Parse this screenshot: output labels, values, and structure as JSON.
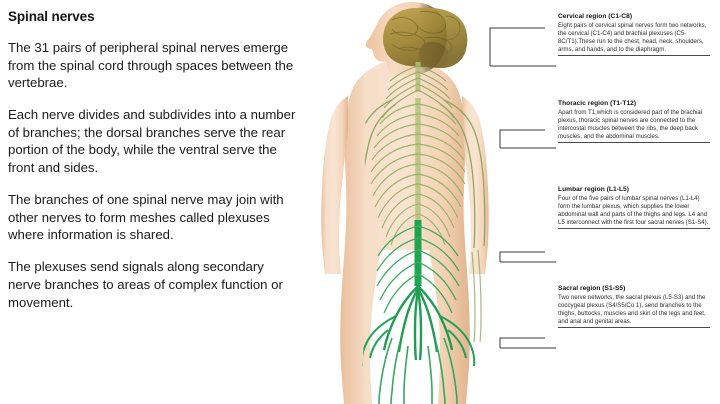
{
  "article": {
    "title": "Spinal nerves",
    "paragraphs": [
      "The 31 pairs of peripheral spinal nerves emerge from the spinal cord through spaces between the vertebrae.",
      "Each nerve divides and subdivides into a number of branches; the dorsal branches serve the rear portion of the body, while the ventral serve the front and sides.",
      "The branches of one spinal nerve may join with other nerves to form meshes called plexuses where information is shared.",
      "The plexuses send signals along secondary nerve branches to areas of complex function or movement."
    ]
  },
  "figure": {
    "name": "posterior-view-human-nervous-system",
    "parts": [
      "brain",
      "brainstem",
      "spinal-cord",
      "cauda-equina",
      "cervical-nerves",
      "thoracic-nerves",
      "lumbar-nerves",
      "sacral-nerves"
    ]
  },
  "callouts": [
    {
      "id": "cervical",
      "title": "Cervical region (C1-C8)",
      "body": "Eight pairs of cervical spinal nerves form two networks, the cervical (C1-C4) and brachial plexuses (C5-8C/T1).These run to the chest, head, neck, shoulders, arms, and hands, and to the diaphragm."
    },
    {
      "id": "thoracic",
      "title": "Thoracic region (T1-T12)",
      "body": "Apart from T1,which is considered part of the brachial plexus, thoracic spinal nerves are connected to the intercostal muscles between the ribs, the deep back muscles, and the abdominal muscles."
    },
    {
      "id": "lumbar",
      "title": "Lumbar region (L1-L5)",
      "body": "Four of the five pairs of lumbar spinal nerves (L1-L4) form the lumbar plexus, which supplies the lower abdominal wall and parts of the thighs and legs. L4 and L5 interconnect with the first four sacral nerves (S1-S4)."
    },
    {
      "id": "sacral",
      "title": "Sacral region (S1-S5)",
      "body": "Two nerve networks, the sacral plexus (L5-S3) and the coccygeal plexus (S4/S5/Co 1), send branches to the thighs, buttocks, muscles and skin of the legs and feet, and anal and genital areas."
    }
  ],
  "colors": {
    "background": "#ffffff",
    "text": "#1b1b1b",
    "skin": "#f0c9a8",
    "skin_light": "#f7ddc4",
    "brain": "#a8913f",
    "brain_dark": "#8a7530",
    "nerve_pale": "#9fb564",
    "nerve_bright": "#18a24a",
    "leader_line": "#3a3a3a"
  }
}
